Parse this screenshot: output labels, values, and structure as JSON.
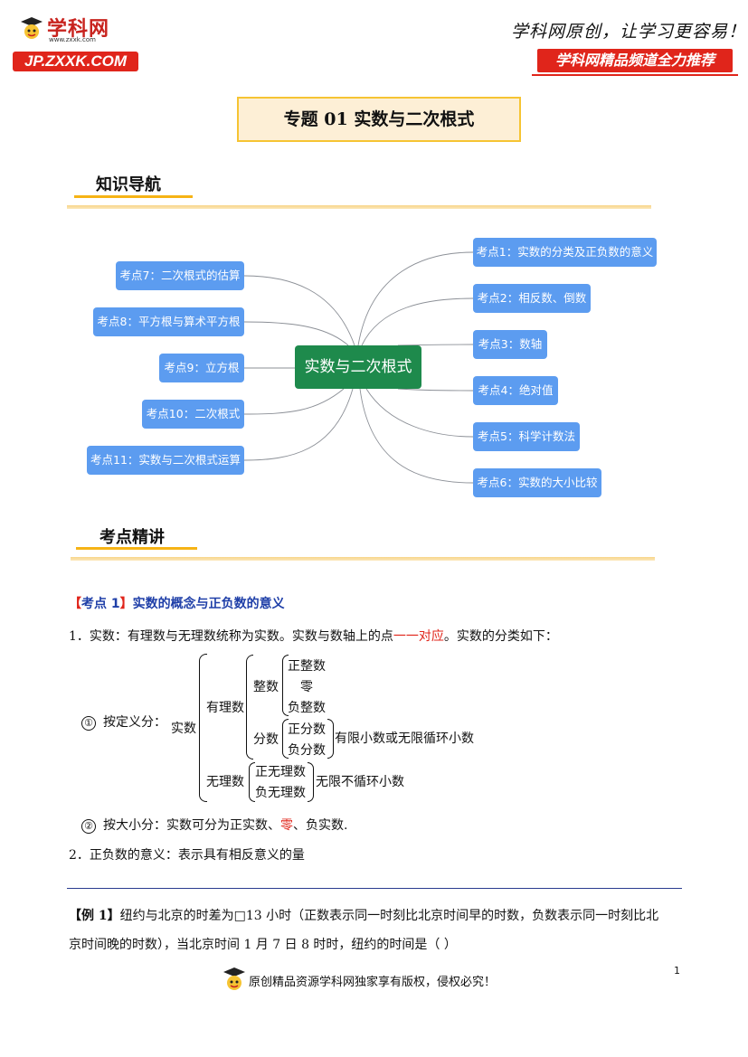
{
  "header": {
    "logo_name": "学科网",
    "logo_site": "www.zxxk.com",
    "logo_band": "JP.ZXXK.COM",
    "slogan": "学科网原创，让学习更容易！",
    "recommend": "学科网精品频道全力推荐"
  },
  "title": "专题 01    实数与二次根式",
  "sections": {
    "nav": "知识导航",
    "detail": "考点精讲"
  },
  "mindmap": {
    "center": "实数与二次根式",
    "right": [
      "考点1：实数的分类及正负数的意义",
      "考点2：相反数、倒数",
      "考点3：数轴",
      "考点4：绝对值",
      "考点5：科学计数法",
      "考点6：实数的大小比较"
    ],
    "left": [
      "考点7：二次根式的估算",
      "考点8：平方根与算术平方根",
      "考点9：立方根",
      "考点10：二次根式",
      "考点11：实数与二次根式运算"
    ],
    "colors": {
      "node": "#5c9cf0",
      "center": "#1e8a4c"
    }
  },
  "kp1": {
    "bracket_open": "【",
    "label": "考点 1",
    "bracket_close": "】",
    "title": "实数的概念与正负数的意义"
  },
  "p1": {
    "prefix": "1．实数：有理数与无理数统称为实数。实数与数轴上的点",
    "highlight": "一一对应",
    "suffix": "。实数的分类如下："
  },
  "tree": {
    "circle1": "①",
    "by_def": "按定义分：",
    "real": "实数",
    "rational": "有理数",
    "integer": "整数",
    "pos_int": "正整数",
    "zero": "零",
    "neg_int": "负整数",
    "fraction": "分数",
    "pos_frac": "正分数",
    "neg_frac": "负分数",
    "frac_note": "有限小数或无限循环小数",
    "irrational": "无理数",
    "pos_irr": "正无理数",
    "neg_irr": "负无理数",
    "irr_note": "无限不循环小数"
  },
  "p_size": {
    "circle2": "②",
    "prefix": "按大小分：实数可分为正实数、",
    "highlight": "零",
    "suffix": "、负实数."
  },
  "p2": "2．正负数的意义：表示具有相反意义的量",
  "example": {
    "label": "【例 1】",
    "line1": "纽约与北京的时差为□13 小时（正数表示同一时刻比北京时间早的时数，负数表示同一时刻比北",
    "line2": "京时间晚的时数），当北京时间 1 月 7 日 8 时时，纽约的时间是（        ）"
  },
  "footer": {
    "text": "原创精品资源学科网独家享有版权，侵权必究！",
    "page": "1"
  }
}
